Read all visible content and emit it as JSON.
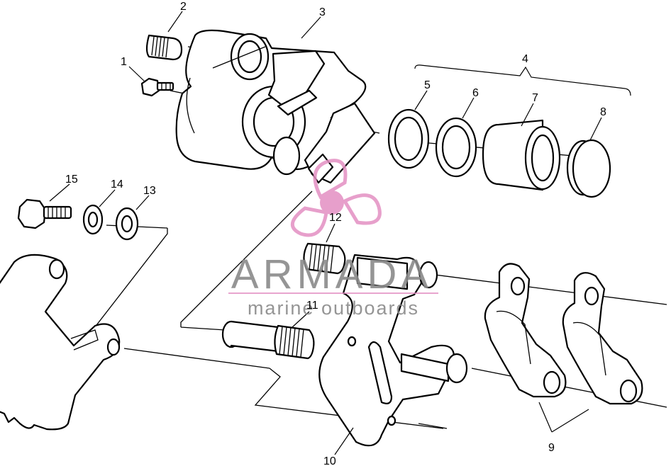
{
  "callouts": {
    "c1": "1",
    "c2": "2",
    "c3": "3",
    "c4": "4",
    "c5": "5",
    "c6": "6",
    "c7": "7",
    "c8": "8",
    "c9": "9",
    "c10": "10",
    "c11": "11",
    "c12": "12",
    "c13": "13",
    "c14": "14",
    "c15": "15"
  },
  "watermark": {
    "brand": "ARMADA",
    "tagline": "marine outboards",
    "colors": {
      "logo": "#e38fc2",
      "text": "#8a8a8a"
    }
  }
}
